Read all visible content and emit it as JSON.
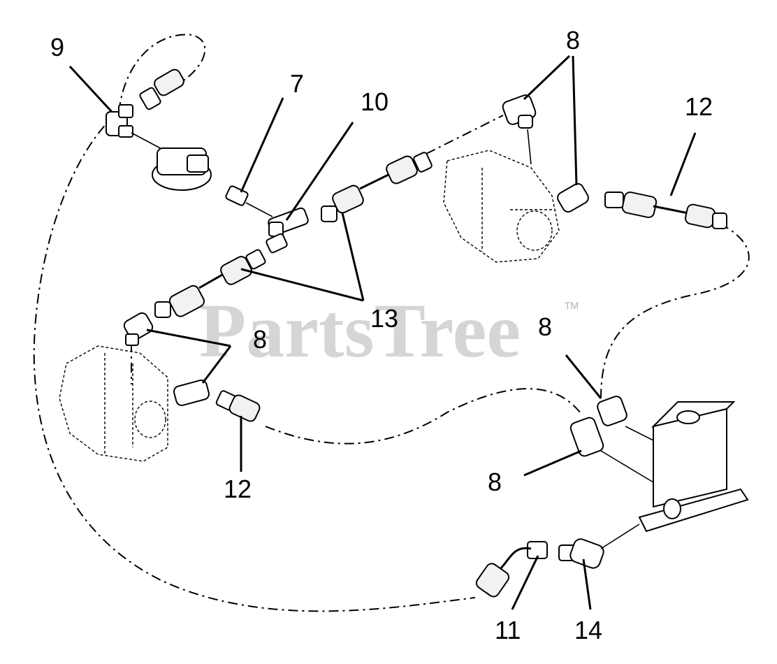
{
  "watermark": {
    "text": "PartsTree",
    "tm": "TM"
  },
  "callouts": {
    "c9": "9",
    "c7": "7",
    "c10": "10",
    "c8_top": "8",
    "c12_top_right": "12",
    "c13": "13",
    "c8_left": "8",
    "c8_mid_right": "8",
    "c12_bottom": "12",
    "c8_lower_right": "8",
    "c11": "11",
    "c14": "14"
  }
}
